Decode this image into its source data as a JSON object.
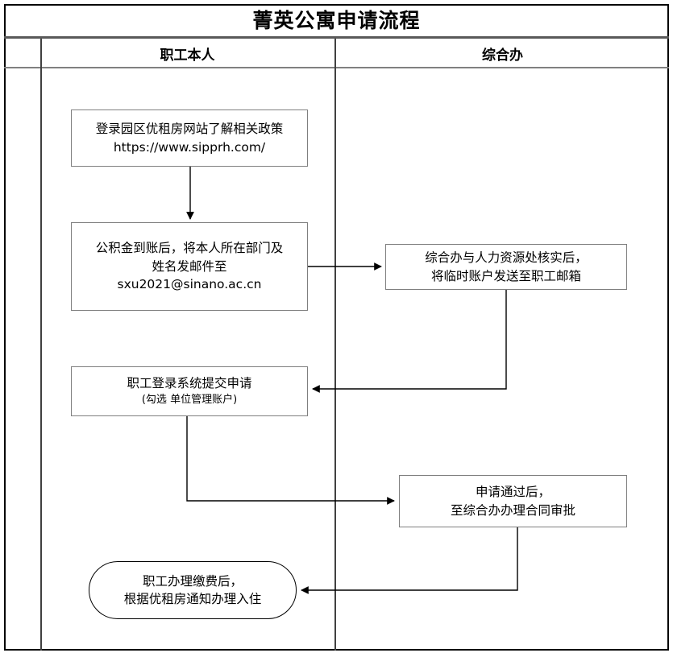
{
  "title": "菁英公寓申请流程",
  "lanes": [
    {
      "id": "employee",
      "label": "职工本人"
    },
    {
      "id": "admin-office",
      "label": "综合办"
    }
  ],
  "nodes": [
    {
      "id": "policy",
      "lane": "employee",
      "shape": "process",
      "lines": [
        "登录园区优租房网站了解相关政策",
        "https://www.sipprh.com/"
      ]
    },
    {
      "id": "email",
      "lane": "employee",
      "shape": "process",
      "lines": [
        "公积金到账后，将本人所在部门及",
        "姓名发邮件至",
        "sxu2021@sinano.ac.cn"
      ]
    },
    {
      "id": "verify",
      "lane": "admin-office",
      "shape": "process",
      "lines": [
        "综合办与人力资源处核实后，",
        "将临时账户发送至职工邮箱"
      ]
    },
    {
      "id": "submit",
      "lane": "employee",
      "shape": "process",
      "lines": [
        "职工登录系统提交申请",
        "(勾选 单位管理账户)"
      ]
    },
    {
      "id": "contract",
      "lane": "admin-office",
      "shape": "process",
      "lines": [
        "申请通过后，",
        "至综合办办理合同审批"
      ]
    },
    {
      "id": "movein",
      "lane": "employee",
      "shape": "terminator",
      "lines": [
        "职工办理缴费后，",
        "根据优租房通知办理入住"
      ]
    }
  ],
  "edges": [
    {
      "from": "policy",
      "to": "email",
      "label": ""
    },
    {
      "from": "email",
      "to": "verify",
      "label": ""
    },
    {
      "from": "verify",
      "to": "submit",
      "label": ""
    },
    {
      "from": "submit",
      "to": "contract",
      "label": ""
    },
    {
      "from": "contract",
      "to": "movein",
      "label": ""
    }
  ],
  "colors": {
    "page_background": "#ffffff",
    "frame_border": "#000000",
    "divider": "#595959",
    "node_border": "#7f7f7f",
    "terminator_border": "#000000",
    "connector": "#000000",
    "text": "#000000"
  }
}
